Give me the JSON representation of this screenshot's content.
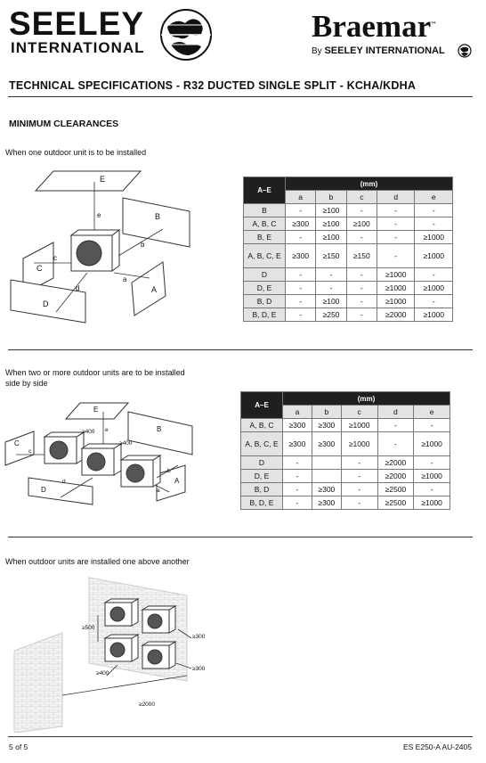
{
  "header": {
    "seeley_word": "SEELEY",
    "seeley_sub": "INTERNATIONAL",
    "braemar_word": "Braemar",
    "braemar_tm": "™",
    "by_prefix": "By",
    "by_brand": "SEELEY INTERNATIONAL"
  },
  "title": "TECHNICAL SPECIFICATIONS - R32 DUCTED SINGLE SPLIT - KCHA/KDHA",
  "section_title": "MINIMUM CLEARANCES",
  "case1": {
    "caption": "When one outdoor unit is to be installed",
    "diagram_labels": [
      "E",
      "B",
      "C",
      "A",
      "D",
      "e",
      "b",
      "c",
      "a",
      "d"
    ],
    "table": {
      "corner": "A–E",
      "unit": "(mm)",
      "cols": [
        "a",
        "b",
        "c",
        "d",
        "e"
      ],
      "rows": [
        [
          "B",
          "-",
          "≥100",
          "-",
          "-",
          "-"
        ],
        [
          "A, B, C",
          "≥300",
          "≥100",
          "≥100",
          "-",
          "-"
        ],
        [
          "B, E",
          "-",
          "≥100",
          "-",
          "-",
          "≥1000"
        ],
        [
          "A, B, C, E",
          "≥300",
          "≥150",
          "≥150",
          "-",
          "≥1000"
        ],
        [
          "D",
          "-",
          "-",
          "-",
          "≥1000",
          "-"
        ],
        [
          "D, E",
          "-",
          "-",
          "-",
          "≥1000",
          "≥1000"
        ],
        [
          "B, D",
          "-",
          "≥100",
          "-",
          "≥1000",
          "-"
        ],
        [
          "B, D, E",
          "-",
          "≥250",
          "-",
          "≥2000",
          "≥1000"
        ]
      ]
    }
  },
  "case2": {
    "caption_line1": "When two or more outdoor units are to be installed",
    "caption_line2": "side by side",
    "diagram_labels": [
      "E",
      "B",
      "C",
      "A",
      "D",
      "≥400",
      "≥400",
      "e",
      "c",
      "d",
      "b",
      "a"
    ],
    "table": {
      "corner": "A–E",
      "unit": "(mm)",
      "cols": [
        "a",
        "b",
        "c",
        "d",
        "e"
      ],
      "rows": [
        [
          "A, B, C",
          "≥300",
          "≥300",
          "≥1000",
          "-",
          "-"
        ],
        [
          "A, B, C, E",
          "≥300",
          "≥300",
          "≥1000",
          "-",
          "≥1000"
        ],
        [
          "D",
          "-",
          "",
          "-",
          "≥2000",
          "-"
        ],
        [
          "D, E",
          "-",
          "",
          "-",
          "≥2000",
          "≥1000"
        ],
        [
          "B, D",
          "-",
          "≥300",
          "-",
          "≥2500",
          "-"
        ],
        [
          "B, D, E",
          "-",
          "≥300",
          "-",
          "≥2500",
          "≥1000"
        ]
      ]
    }
  },
  "case3": {
    "caption": "When outdoor units are installed one above another",
    "diagram_labels": [
      "≥500",
      "≥300",
      "≥400",
      "≥300",
      "≥2000"
    ]
  },
  "footer": {
    "page": "5 of 5",
    "doc_code": "ES E250-A AU-2405"
  }
}
